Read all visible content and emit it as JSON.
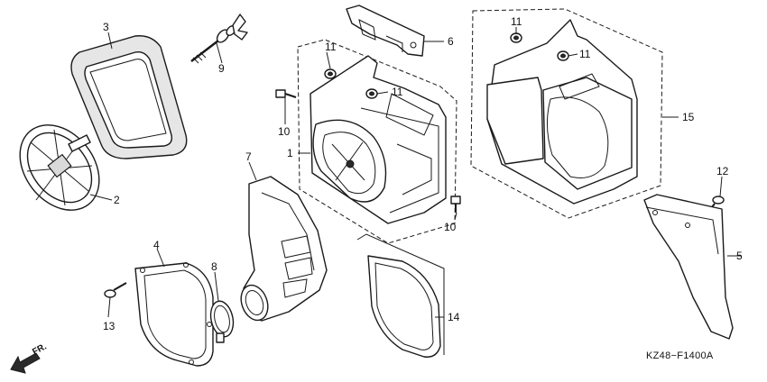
{
  "diagram": {
    "code": "KZ48−F1400A",
    "direction_label": "FR.",
    "callouts": [
      {
        "id": "c1",
        "label": "1"
      },
      {
        "id": "c2",
        "label": "2"
      },
      {
        "id": "c3",
        "label": "3"
      },
      {
        "id": "c4",
        "label": "4"
      },
      {
        "id": "c5",
        "label": "5"
      },
      {
        "id": "c6",
        "label": "6"
      },
      {
        "id": "c7",
        "label": "7"
      },
      {
        "id": "c8",
        "label": "8"
      },
      {
        "id": "c9",
        "label": "9"
      },
      {
        "id": "c10a",
        "label": "10"
      },
      {
        "id": "c10b",
        "label": "10"
      },
      {
        "id": "c11a",
        "label": "11"
      },
      {
        "id": "c11b",
        "label": "11"
      },
      {
        "id": "c11c",
        "label": "11"
      },
      {
        "id": "c11d",
        "label": "11"
      },
      {
        "id": "c12",
        "label": "12"
      },
      {
        "id": "c13",
        "label": "13"
      },
      {
        "id": "c14",
        "label": "14"
      },
      {
        "id": "c15",
        "label": "15"
      }
    ]
  }
}
